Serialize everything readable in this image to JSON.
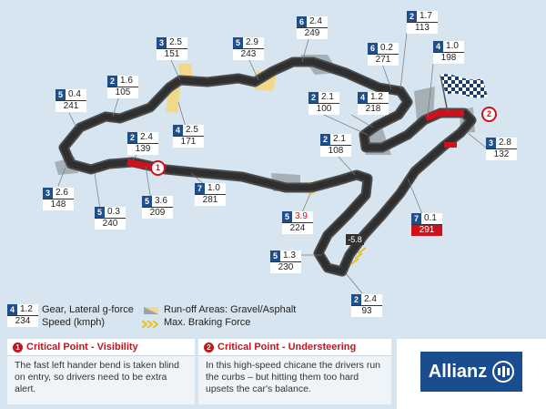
{
  "tags": [
    {
      "gear": "2",
      "lat": "1.7",
      "speed": "113"
    },
    {
      "gear": "6",
      "lat": "2.4",
      "speed": "249"
    },
    {
      "gear": "3",
      "lat": "2.5",
      "speed": "151"
    },
    {
      "gear": "5",
      "lat": "2.9",
      "speed": "243"
    },
    {
      "gear": "6",
      "lat": "0.2",
      "speed": "271"
    },
    {
      "gear": "4",
      "lat": "1.0",
      "speed": "198"
    },
    {
      "gear": "2",
      "lat": "1.6",
      "speed": "105"
    },
    {
      "gear": "5",
      "lat": "0.4",
      "speed": "241"
    },
    {
      "gear": "2",
      "lat": "2.1",
      "speed": "100"
    },
    {
      "gear": "4",
      "lat": "1.2",
      "speed": "218"
    },
    {
      "gear": "4",
      "lat": "2.5",
      "speed": "171"
    },
    {
      "gear": "2",
      "lat": "2.4",
      "speed": "139"
    },
    {
      "gear": "2",
      "lat": "2.1",
      "speed": "108"
    },
    {
      "gear": "3",
      "lat": "2.8",
      "speed": "132"
    },
    {
      "gear": "7",
      "lat": "1.0",
      "speed": "281"
    },
    {
      "gear": "3",
      "lat": "2.6",
      "speed": "148"
    },
    {
      "gear": "5",
      "lat": "0.3",
      "speed": "240"
    },
    {
      "gear": "5",
      "lat": "3.6",
      "speed": "209"
    },
    {
      "gear": "5",
      "lat": "3.9",
      "speed": "224"
    },
    {
      "gear": "7",
      "lat": "0.1",
      "speed": "291"
    },
    {
      "gear": "5",
      "lat": "1.3",
      "speed": "230"
    },
    {
      "gear": "2",
      "lat": "2.4",
      "speed": "93"
    }
  ],
  "brake_value": "-5.8",
  "critical_markers": [
    "1",
    "2"
  ],
  "legend": {
    "sample_gear": "4",
    "sample_lat": "1.2",
    "sample_speed": "234",
    "gear_label": "Gear, Lateral g-force",
    "speed_label": "Speed (kmph)",
    "runoff_label": "Run-off Areas: Gravel/Asphalt",
    "braking_label": "Max. Braking Force"
  },
  "panels": [
    {
      "num": "1",
      "title": "Critical Point - Visibility",
      "text": "The fast left hander bend is taken blind on entry, so drivers need to be extra alert."
    },
    {
      "num": "2",
      "title": "Critical Point - Understeering",
      "text": "In this high-speed chicane the drivers run the curbs – but hitting them too hard upsets the car's balance."
    }
  ],
  "brand": {
    "name": "Allianz"
  },
  "colors": {
    "track": "#3a3a3a",
    "critical": "#d0101a",
    "gravel": "#f2d98a",
    "asphalt_runoff": "#9aa3a9",
    "gear_blue": "#1f4e8c"
  }
}
